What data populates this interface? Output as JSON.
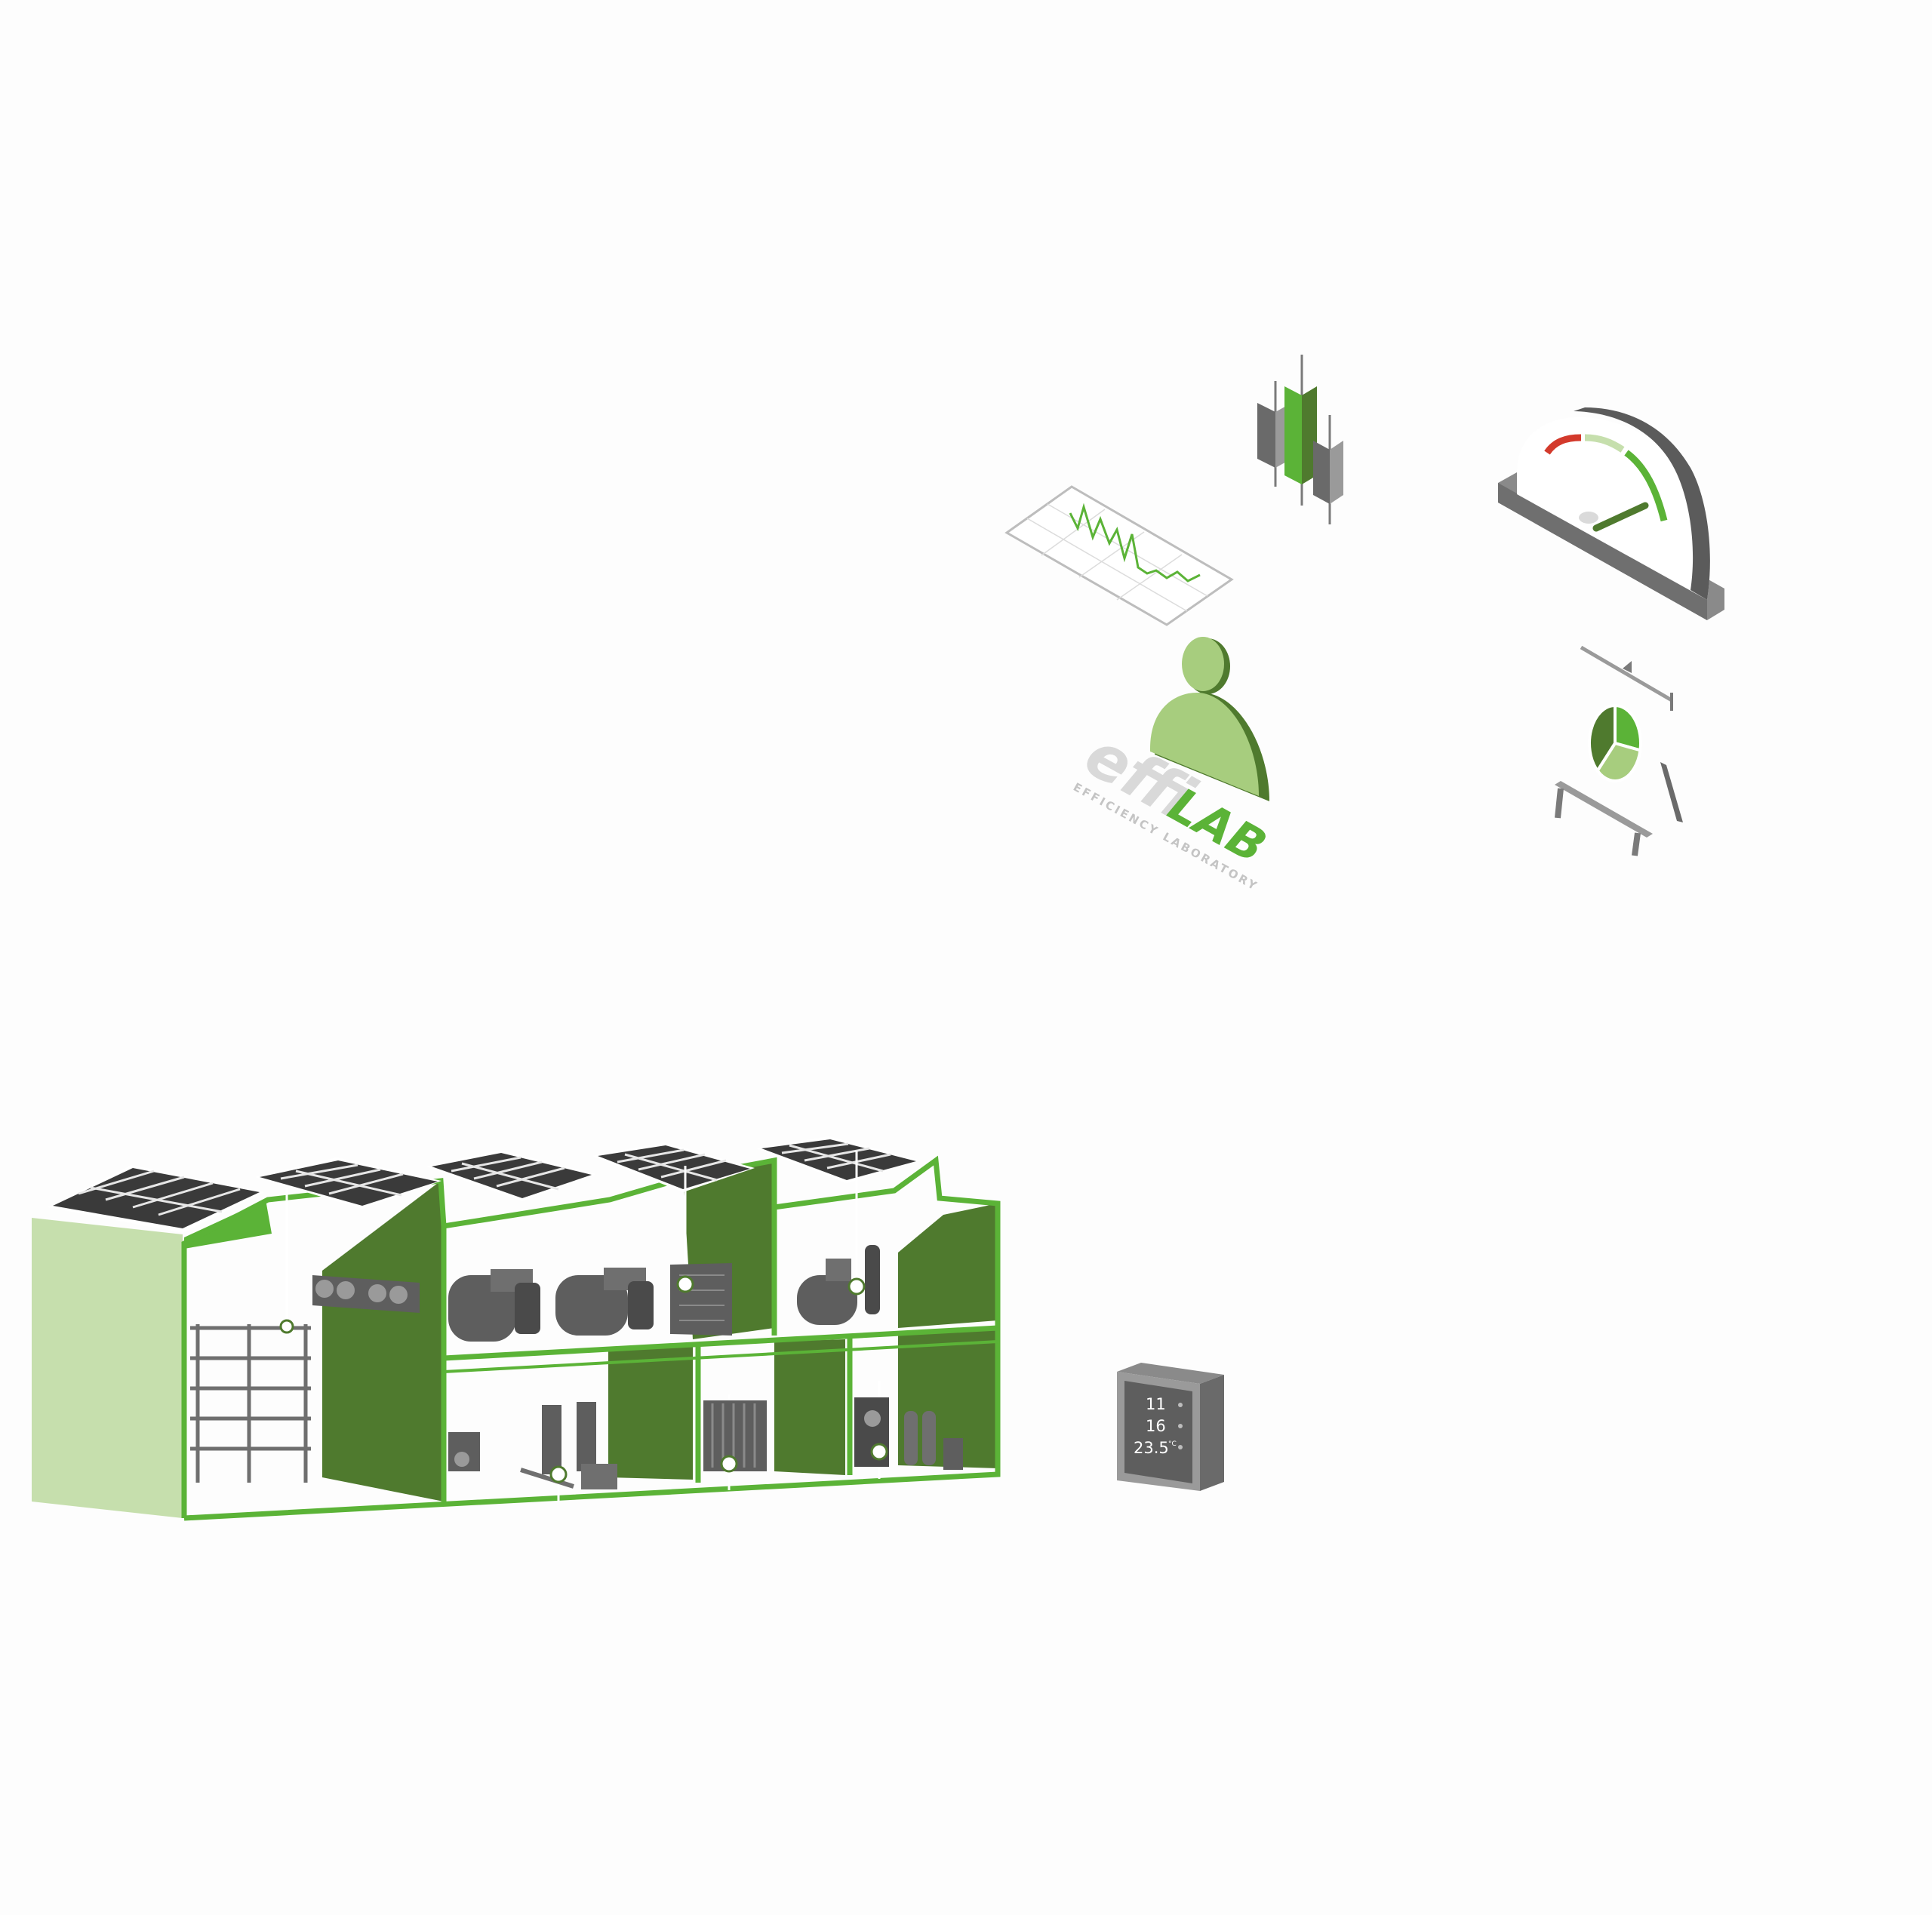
{
  "colors": {
    "dark_green": "#4f7a2e",
    "bright_green": "#5bb337",
    "light_green": "#a7cd7e",
    "pale_green": "#c6dfad",
    "panel_dark": "#3a3a3a",
    "equipment_gray": "#5e5e5e",
    "gauge_red": "#d33a2c"
  },
  "logo": {
    "brand_prefix": "effi",
    "brand_suffix": "LAB",
    "tagline": "EFFICIENCY LABORATORY"
  },
  "control_panel": {
    "readings": [
      "11",
      "16",
      "23.5"
    ],
    "unit": "°C"
  },
  "gauge": {
    "level": 0.82
  },
  "pie_chart": {
    "slices": [
      0.28,
      0.34,
      0.38
    ]
  }
}
